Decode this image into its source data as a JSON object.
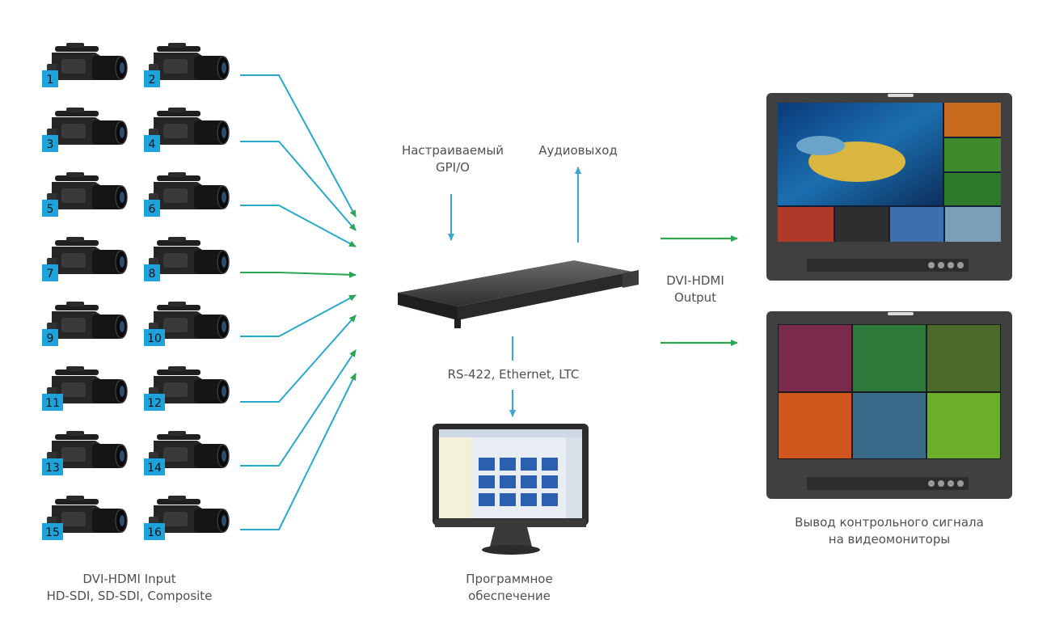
{
  "colors": {
    "feed_line": "#29a9c9",
    "feed_arrow": "#2aa552",
    "control": "#3aa6d3",
    "output": "#2ea44f",
    "badge": "#1ea4dc"
  },
  "cameras": [
    "1",
    "2",
    "3",
    "4",
    "5",
    "6",
    "7",
    "8",
    "9",
    "10",
    "11",
    "12",
    "13",
    "14",
    "15",
    "16"
  ],
  "labels": {
    "input_line1": "DVI-HDMI Input",
    "input_line2": "HD-SDI, SD-SDI, Composite",
    "gpio_line1": "Настраиваемый",
    "gpio_line2": "GPI/O",
    "audio": "Аудиовыход",
    "control": "RS-422, Ethernet, LTC",
    "output_line1": "DVI-HDMI",
    "output_line2": "Output",
    "software_line1": "Программное",
    "software_line2": "обеспечение",
    "monitors_line1": "Вывод контрольного сигнала",
    "monitors_line2": "на видеомониторы"
  },
  "icons": {
    "camera": "camcorder-icon",
    "processor": "rack-unit-icon",
    "pc": "desktop-monitor-icon",
    "monitor": "video-monitor-icon"
  }
}
